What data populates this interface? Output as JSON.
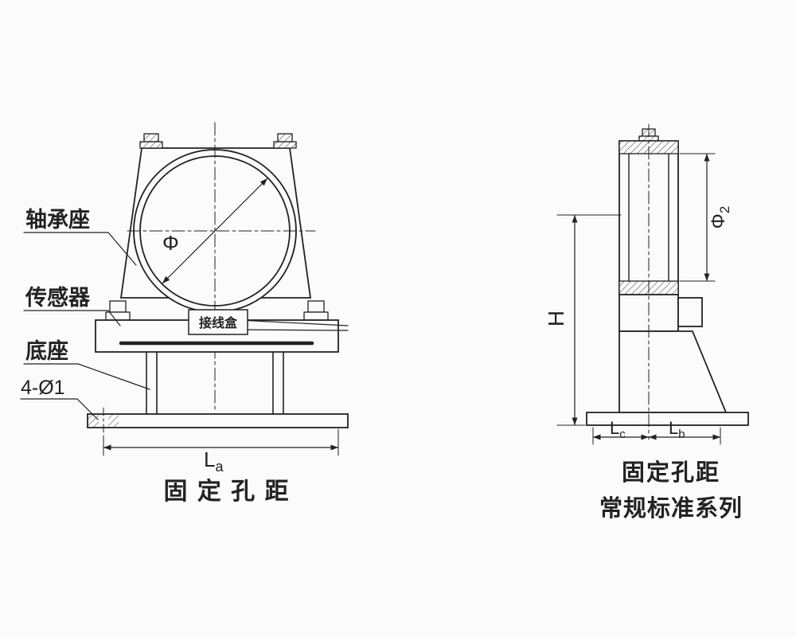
{
  "front_view": {
    "callouts": {
      "bearing_seat": "轴承座",
      "sensor": "传感器",
      "base": "底座",
      "holes": "4-Ø1"
    },
    "junction_box_label": "接线盒",
    "bore_diameter_symbol": "Φ",
    "dim_la": {
      "base": "L",
      "sub": "a"
    },
    "caption": "固 定 孔 距"
  },
  "side_view": {
    "dim_phi2": {
      "base": "Φ",
      "sub": "2"
    },
    "dim_h": "H",
    "dim_lc": {
      "base": "L",
      "sub": "c"
    },
    "dim_lb": {
      "base": "L",
      "sub": "b"
    },
    "caption_hole_distance": "固定孔距",
    "caption_series": "常规标准系列"
  },
  "colors": {
    "line": "#222222",
    "background": "#fbfbfb"
  }
}
